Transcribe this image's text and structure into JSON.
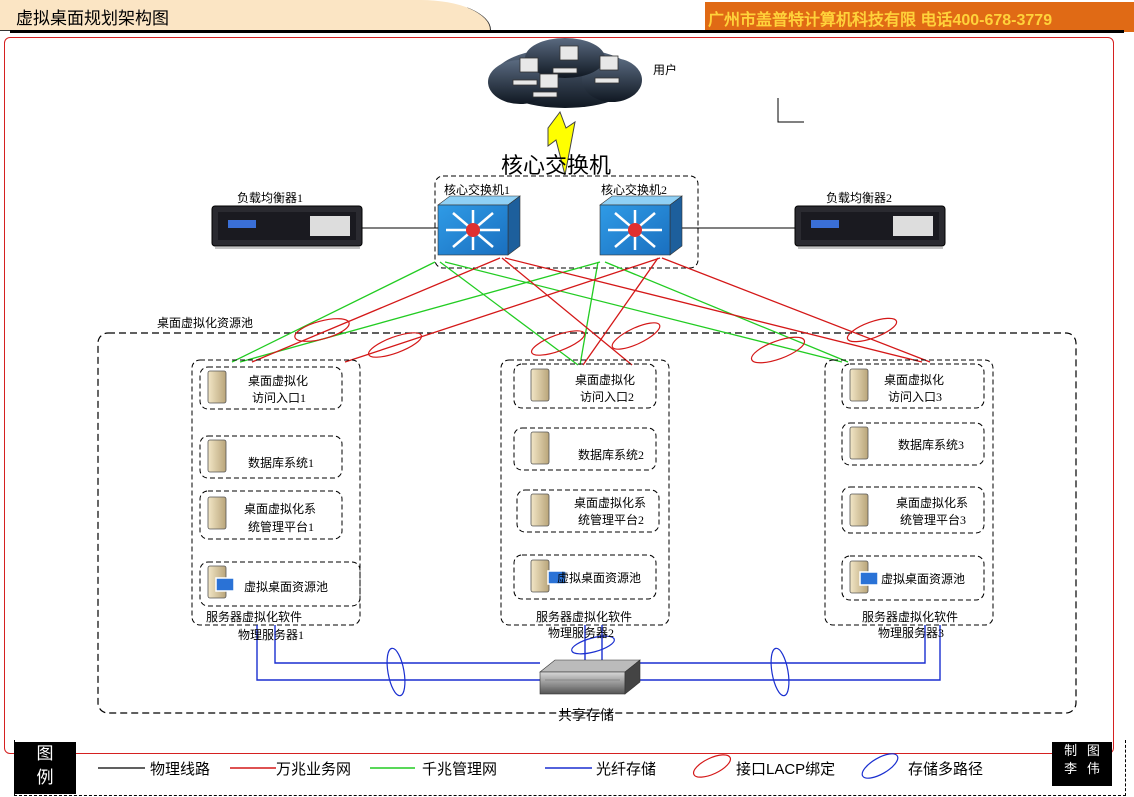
{
  "header": {
    "title": "虚拟桌面规划架构图",
    "company": "广州市盖普特计算机科技有限 电话400-678-3779"
  },
  "users": {
    "label": "用户"
  },
  "core": {
    "title": "核心交换机",
    "switch1": "核心交换机1",
    "switch2": "核心交换机2"
  },
  "lb": {
    "lb1": "负载均衡器1",
    "lb2": "负载均衡器2"
  },
  "pool": {
    "label": "桌面虚拟化资源池"
  },
  "servers": [
    {
      "entry_a": "桌面虚拟化",
      "entry_b": "访问入口1",
      "db": "数据库系统1",
      "mgmt_a": "桌面虚拟化系",
      "mgmt_b": "统管理平台1",
      "vdp": "虚拟桌面资源池",
      "hv": "服务器虚拟化软件",
      "name": "物理服务器1"
    },
    {
      "entry_a": "桌面虚拟化",
      "entry_b": "访问入口2",
      "db": "数据库系统2",
      "mgmt_a": "桌面虚拟化系",
      "mgmt_b": "统管理平台2",
      "vdp": "虚拟桌面资源池",
      "hv": "服务器虚拟化软件",
      "name": "物理服务器2"
    },
    {
      "entry_a": "桌面虚拟化",
      "entry_b": "访问入口3",
      "db": "数据库系统3",
      "mgmt_a": "桌面虚拟化系",
      "mgmt_b": "统管理平台3",
      "vdp": "虚拟桌面资源池",
      "hv": "服务器虚拟化软件",
      "name": "物理服务器3"
    }
  ],
  "storage": {
    "label": "共享存储"
  },
  "legend": {
    "title_a": "图",
    "title_b": "例",
    "physical": "物理线路",
    "tenG": "万兆业务网",
    "gigabit": "千兆管理网",
    "fiber": "光纤存储",
    "lacp": "接口LACP绑定",
    "multipath": "存储多路径"
  },
  "author": {
    "a1": "制",
    "a2": "图",
    "b1": "李",
    "b2": "伟"
  },
  "colors": {
    "tenG": "#d41818",
    "gigabit": "#22cc22",
    "fiber": "#1a2fd0",
    "accent": "#e06a15"
  }
}
